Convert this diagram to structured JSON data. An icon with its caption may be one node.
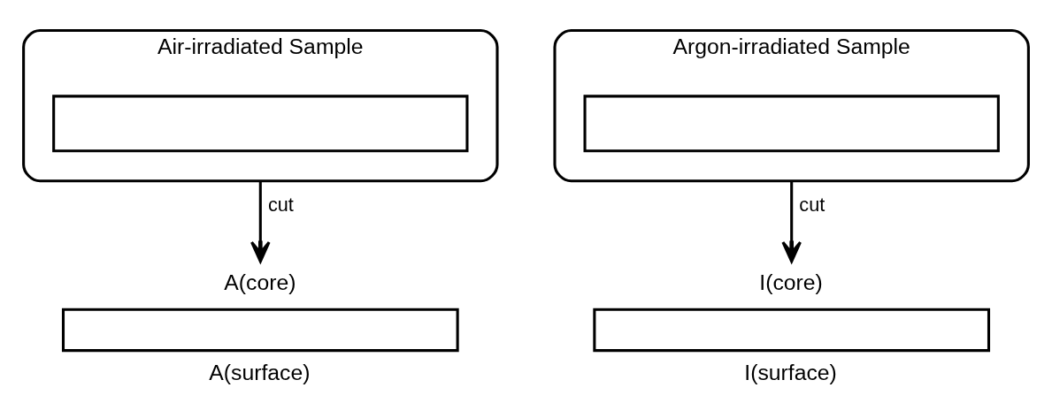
{
  "diagram": {
    "nodes": [
      {
        "text": [
          "Air-irradiated Sample"
        ]
      },
      {
        "text": [],
        "shape": "box",
        "in": 0
      },
      {
        "text": [
          "A(core)",
          "A(surface)"
        ]
      },
      {
        "text": [
          "Argon-irradiated Sample"
        ]
      },
      {
        "text": [],
        "shape": "box",
        "in": 3
      },
      {
        "text": [
          "I(core)",
          "I(surface)"
        ]
      }
    ],
    "edges": [
      {
        "from": 0,
        "to": 2,
        "arrow": "to",
        "label": "cut"
      },
      {
        "from": 3,
        "to": 5,
        "arrow": "to",
        "label": "cut"
      }
    ]
  }
}
